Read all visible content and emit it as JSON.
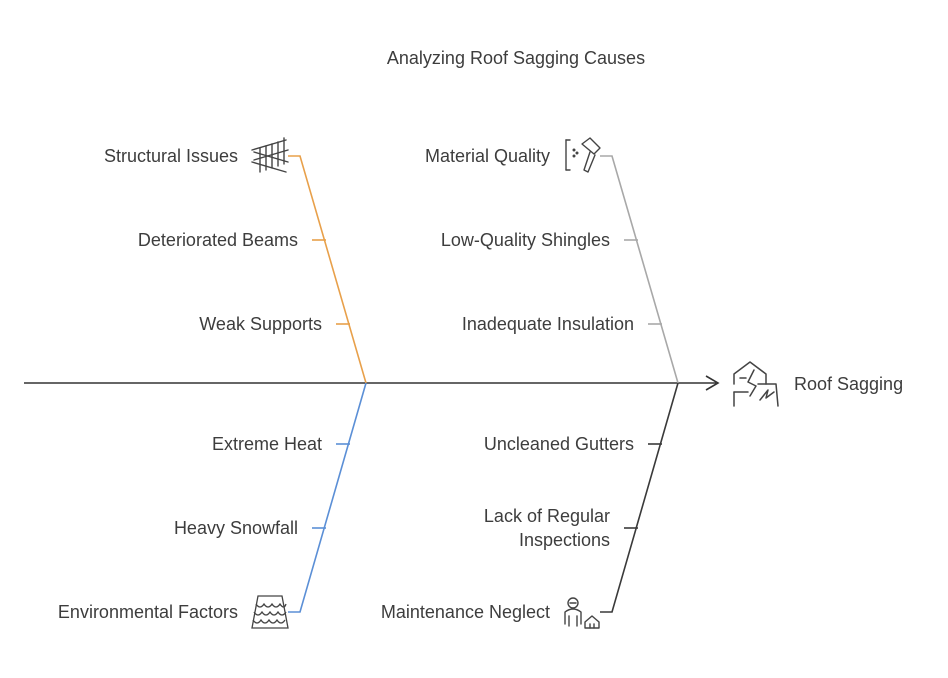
{
  "title": "Analyzing Roof Sagging Causes",
  "effect": {
    "label": "Roof Sagging",
    "icon": "house-crack-icon"
  },
  "colors": {
    "spine": "#333333",
    "structural": "#e8a04a",
    "material": "#a8a8a8",
    "environmental": "#5b8fd6",
    "maintenance": "#3a3a3a"
  },
  "categories": {
    "structural": {
      "label": "Structural Issues",
      "icon": "ladder-beam-icon",
      "causes": [
        "Deteriorated Beams",
        "Weak Supports"
      ]
    },
    "material": {
      "label": "Material Quality",
      "icon": "hammer-icon",
      "causes": [
        "Low-Quality Shingles",
        "Inadequate Insulation"
      ]
    },
    "environmental": {
      "label": "Environmental Factors",
      "icon": "roof-tiles-icon",
      "causes": [
        "Extreme Heat",
        "Heavy Snowfall"
      ]
    },
    "maintenance": {
      "label": "Maintenance Neglect",
      "icon": "worker-house-icon",
      "causes": [
        "Uncleaned Gutters",
        "Lack of Regular Inspections"
      ]
    }
  }
}
